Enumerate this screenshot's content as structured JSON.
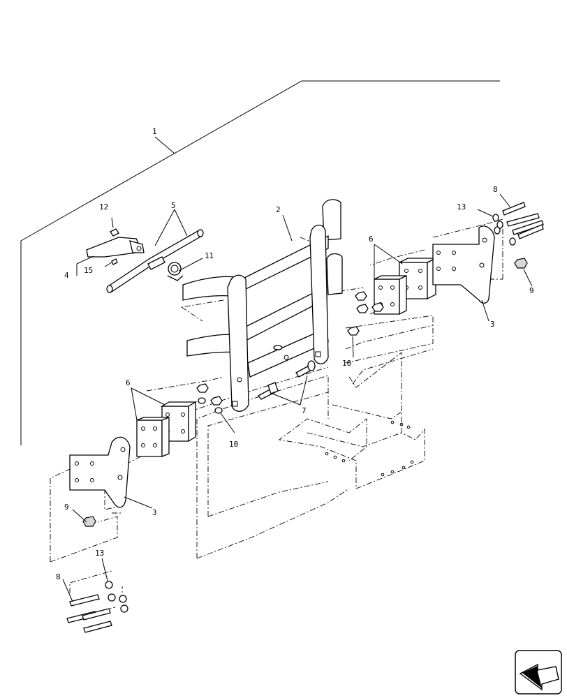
{
  "callouts": {
    "c1": "1",
    "c2": "2",
    "c3a": "3",
    "c3b": "3",
    "c4": "4",
    "c5": "5",
    "c6a": "6",
    "c6b": "6",
    "c7": "7",
    "c8a": "8",
    "c8b": "8",
    "c9a": "9",
    "c9b": "9",
    "c10a": "10",
    "c10b": "10",
    "c11": "11",
    "c12": "12",
    "c13a": "13",
    "c13b": "13",
    "c15": "15"
  },
  "icons": {
    "nav": "next-page-arrow-icon"
  }
}
